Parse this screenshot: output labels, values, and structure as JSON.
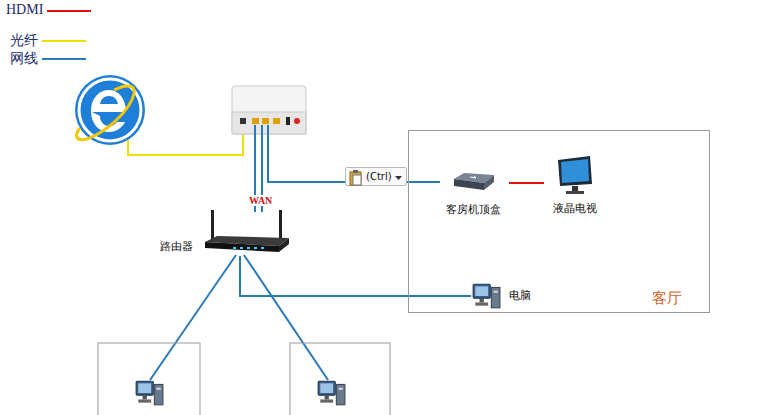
{
  "diagram": {
    "nodes": [
      {
        "text": [
          "客厅"
        ]
      },
      {
        "text": [
          "客房机顶盒"
        ],
        "in": 0
      },
      {
        "text": [
          "液晶电视"
        ],
        "in": 0
      },
      {
        "text": [
          "电脑"
        ],
        "in": 0
      },
      {
        "text": [
          "路由器"
        ]
      }
    ],
    "edges": [
      {
        "from": 1,
        "to": 2,
        "arrow": "none"
      },
      {
        "from": 4,
        "to": 3,
        "arrow": "none"
      }
    ],
    "labels": [
      "WAN",
      "(Ctrl)"
    ],
    "legend": [
      {
        "text": "HDMI"
      },
      {
        "text": "光纤"
      },
      {
        "text": "网线"
      }
    ]
  }
}
